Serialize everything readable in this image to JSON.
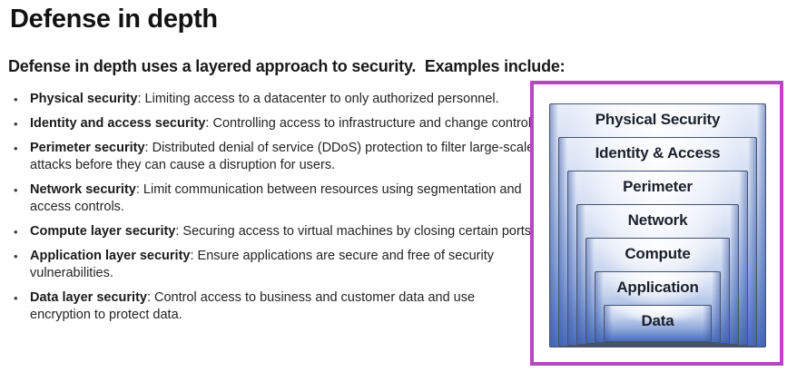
{
  "page": {
    "title": "Defense in depth",
    "subtitle": "Defense in depth uses a layered approach to security.  Examples include:"
  },
  "bullets": [
    {
      "term": "Physical security",
      "text": "Limiting access to a datacenter to only authorized personnel."
    },
    {
      "term": "Identity and access security",
      "text": "Controlling access to infrastructure and change control."
    },
    {
      "term": "Perimeter security",
      "text": "Distributed denial of service (DDoS) protection to filter large-scale attacks before they can cause a disruption for users."
    },
    {
      "term": "Network security",
      "text": "Limit communication between resources using segmentation and access controls."
    },
    {
      "term": "Compute layer security",
      "text": "Securing access to virtual machines by closing certain ports."
    },
    {
      "term": "Application layer security",
      "text": "Ensure applications are secure and free of security vulnerabilities."
    },
    {
      "term": "Data layer security",
      "text": "Control access to business and customer data and use encryption to protect data."
    }
  ],
  "diagram": {
    "layers": [
      "Physical Security",
      "Identity & Access",
      "Perimeter",
      "Network",
      "Compute",
      "Application",
      "Data"
    ],
    "colors": {
      "frame": "#b845c2",
      "layer_border": "#47536a",
      "gradient_light": "#e8eef9",
      "gradient_mid": "#8fa9dc",
      "gradient_dark": "#4a6dbc",
      "label": "#1b212c"
    }
  }
}
